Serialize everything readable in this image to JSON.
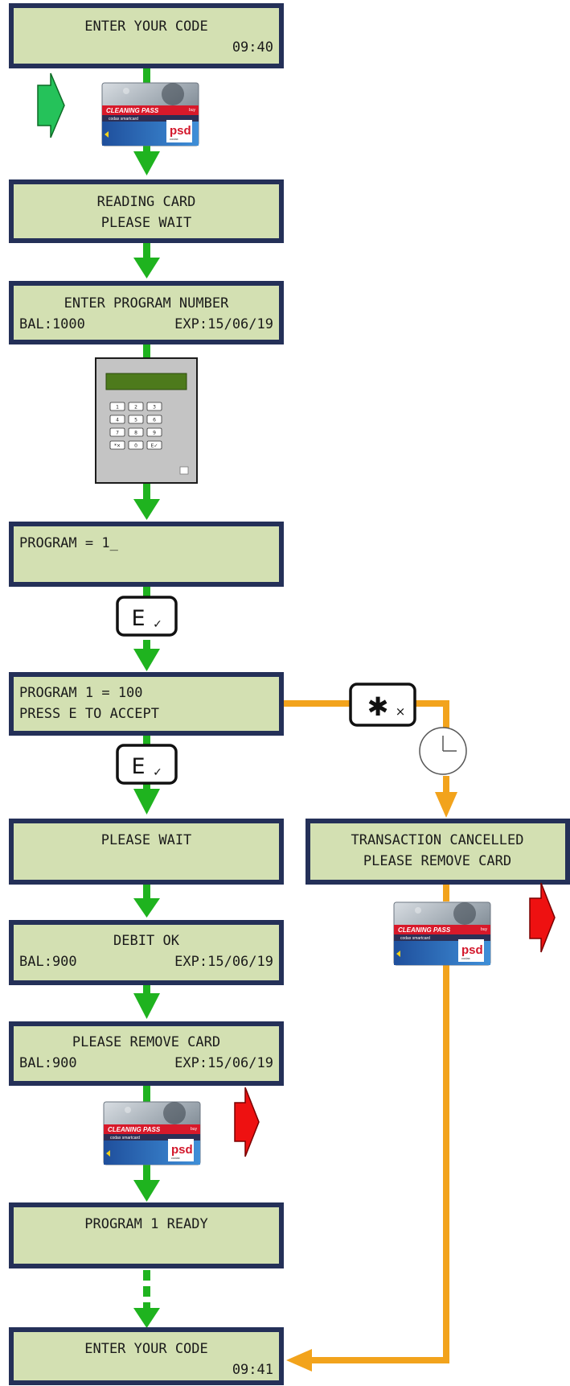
{
  "colors": {
    "lcd_fill": "#d3e0b2",
    "lcd_border": "#243058",
    "flow_arrow": "#1fb31f",
    "cancel_line": "#f2a31c",
    "insert_arrow": "#25c25a",
    "remove_arrow": "#ee1111"
  },
  "screens": {
    "enter_code_1": {
      "line1": "ENTER YOUR CODE",
      "line2": "09:40"
    },
    "reading_card": {
      "line1": "READING CARD",
      "line2": "PLEASE WAIT"
    },
    "enter_program": {
      "line1": "ENTER PROGRAM NUMBER",
      "line2_left": "BAL:1000",
      "line2_right": "EXP:15/06/19"
    },
    "program_entry": {
      "line1": "PROGRAM = 1_"
    },
    "program_confirm": {
      "line1": "PROGRAM 1 = 100",
      "line2": "PRESS E TO ACCEPT"
    },
    "please_wait": {
      "line1": "PLEASE WAIT"
    },
    "debit_ok": {
      "line1": "DEBIT OK",
      "line2_left": "BAL:900",
      "line2_right": "EXP:15/06/19"
    },
    "remove_card": {
      "line1": "PLEASE REMOVE CARD",
      "line2_left": "BAL:900",
      "line2_right": "EXP:15/06/19"
    },
    "program_ready": {
      "line1": "PROGRAM 1 READY"
    },
    "transaction_cancelled": {
      "line1": "TRANSACTION CANCELLED",
      "line2": "PLEASE REMOVE CARD"
    },
    "enter_code_2": {
      "line1": "ENTER YOUR CODE",
      "line2": "09:41"
    }
  },
  "keys": {
    "enter": {
      "main": "E",
      "sub": "✓"
    },
    "cancel": {
      "main": "✱",
      "sub": "×"
    }
  },
  "card": {
    "title": "CLEANING PASS",
    "corner": "buy",
    "brand_line": "codax smartcard",
    "logo": "psd",
    "logo_sub": "codax"
  },
  "keypad": {
    "keys": [
      "1",
      "2",
      "3",
      "4",
      "5",
      "6",
      "7",
      "8",
      "9",
      "*×",
      "0",
      "E✓"
    ]
  }
}
